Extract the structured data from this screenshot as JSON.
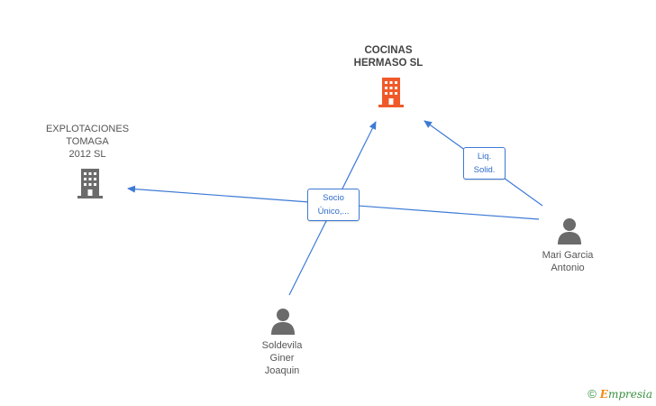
{
  "colors": {
    "edge": "#3d7ad6",
    "company_main": "#f05a28",
    "company_other": "#6b6b6b",
    "person": "#6b6b6b",
    "label": "#555555"
  },
  "nodes": {
    "main_company": {
      "label": "COCINAS\nHERMASO SL",
      "icon": "building-icon"
    },
    "other_company": {
      "label": "EXPLOTACIONES\nTOMAGA\n2012 SL",
      "icon": "building-icon"
    },
    "person_1": {
      "label": "Mari Garcia\nAntonio",
      "icon": "person-icon"
    },
    "person_2": {
      "label": "Soldevila\nGiner\nJoaquin",
      "icon": "person-icon"
    }
  },
  "edges": {
    "socio_badge": "Socio\nÚnico,...",
    "liq_badge": "Liq.\nSolid."
  },
  "footer": {
    "copyright_symbol": "©",
    "brand_initial": "E",
    "brand_rest": "mpresia"
  }
}
